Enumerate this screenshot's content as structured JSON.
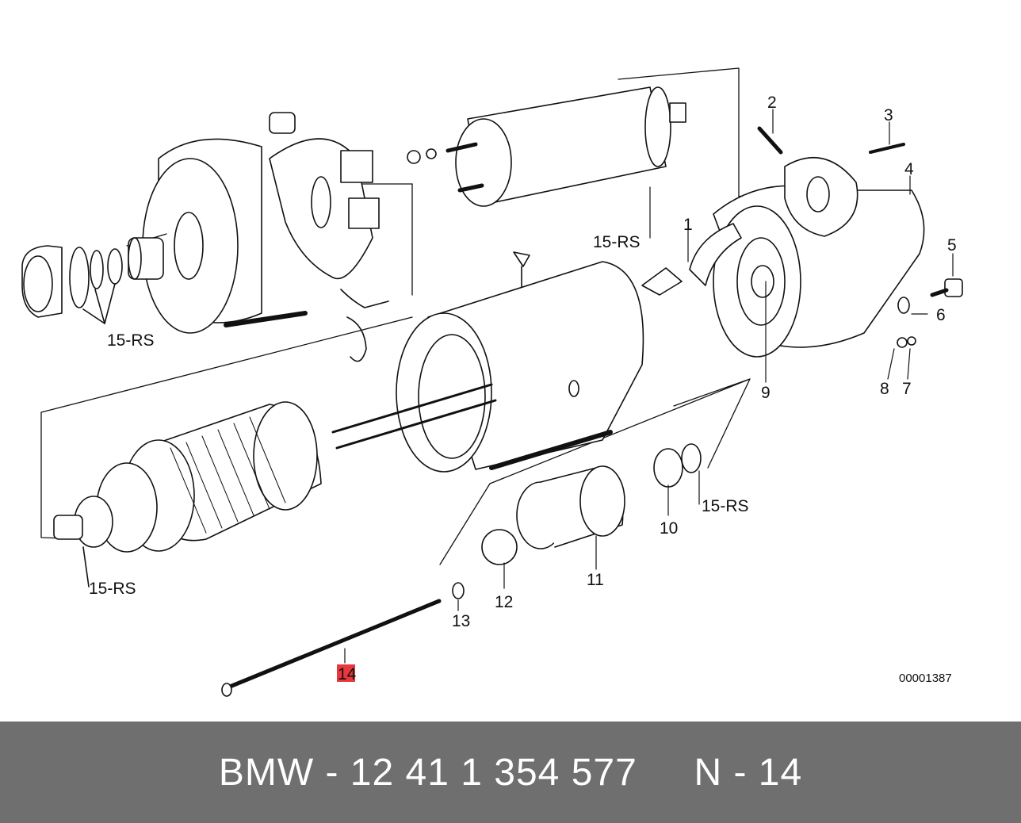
{
  "diagram": {
    "labels": {
      "p1": "1",
      "p2": "2",
      "p3": "3",
      "p4": "4",
      "p5": "5",
      "p6": "6",
      "p7": "7",
      "p8": "8",
      "p9": "9",
      "p10": "10",
      "p11": "11",
      "p12": "12",
      "p13": "13",
      "p14": "14",
      "rs_a": "15-RS",
      "rs_b": "15-RS",
      "rs_c": "15-RS",
      "rs_d": "15-RS"
    },
    "highlighted_part": "14",
    "highlight_color": "#e8383d",
    "reference_number": "00001387"
  },
  "footer": {
    "text": "BMW - 12 41 1 354 577     N - 14",
    "background": "#6f6f6f"
  }
}
